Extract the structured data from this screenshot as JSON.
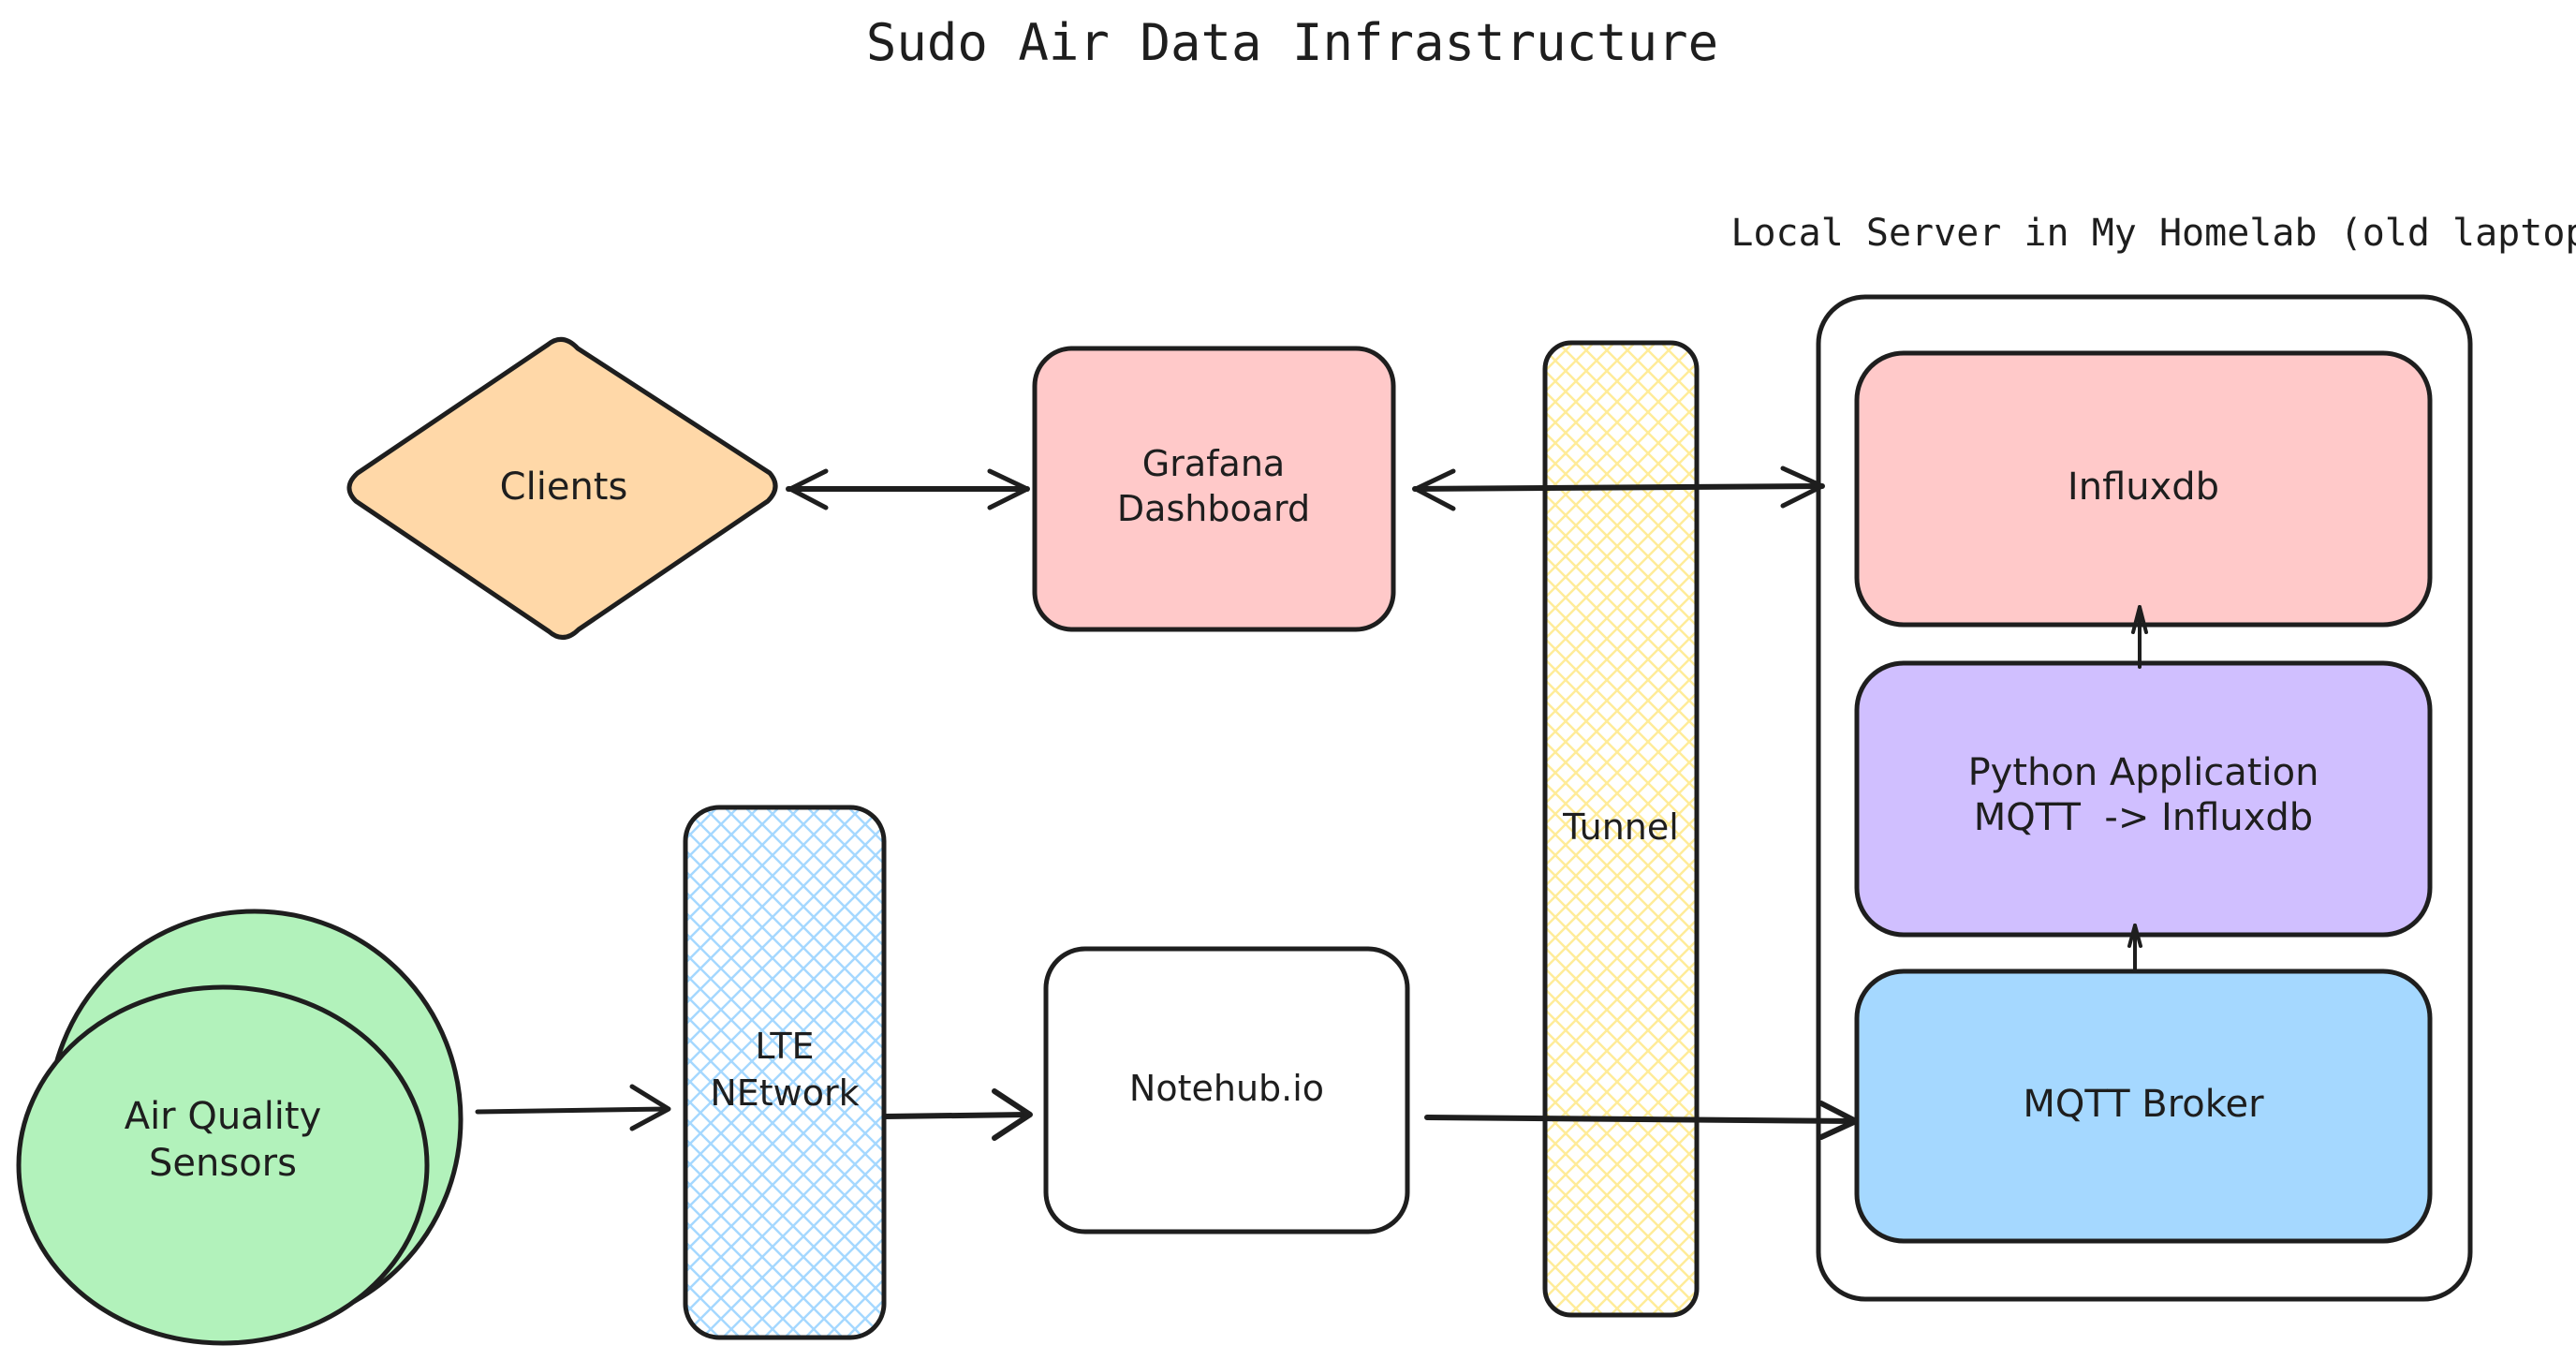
{
  "diagram": {
    "title": "Sudo Air Data Infrastructure",
    "groups": {
      "local_server": {
        "label": "Local Server in My Homelab (old laptop)"
      }
    },
    "nodes": {
      "sensors": {
        "label_lines": [
          "Air Quality",
          "Sensors"
        ],
        "shape": "stacked-circles",
        "fill": "#b2f2bb"
      },
      "lte": {
        "label_lines": [
          "LTE",
          "NEtwork"
        ],
        "shape": "rounded-rect-hatched",
        "fill": "#a5d8ff"
      },
      "notehub": {
        "label_lines": [
          "Notehub.io"
        ],
        "shape": "rounded-rect",
        "fill": "#ffffff"
      },
      "clients": {
        "label_lines": [
          "Clients"
        ],
        "shape": "diamond",
        "fill": "#ffd8a8"
      },
      "grafana": {
        "label_lines": [
          "Grafana",
          "Dashboard"
        ],
        "shape": "rounded-rect",
        "fill": "#ffc9c9"
      },
      "tunnel": {
        "label_lines": [
          "Tunnel"
        ],
        "shape": "rounded-rect-hatched",
        "fill": "#ffec99"
      },
      "influxdb": {
        "label_lines": [
          "Influxdb"
        ],
        "shape": "rounded-rect",
        "fill": "#ffc9c9"
      },
      "python_app": {
        "label_lines": [
          "Python Application",
          "MQTT  -> Influxdb"
        ],
        "shape": "rounded-rect",
        "fill": "#d0bfff"
      },
      "mqtt_broker": {
        "label_lines": [
          "MQTT Broker"
        ],
        "shape": "rounded-rect",
        "fill": "#a5d8ff"
      }
    },
    "edges": [
      {
        "from": "sensors",
        "to": "lte",
        "direction": "forward"
      },
      {
        "from": "lte",
        "to": "notehub",
        "direction": "forward"
      },
      {
        "from": "notehub",
        "to": "mqtt_broker",
        "direction": "forward"
      },
      {
        "from": "mqtt_broker",
        "to": "python_app",
        "direction": "forward"
      },
      {
        "from": "python_app",
        "to": "influxdb",
        "direction": "forward"
      },
      {
        "from": "clients",
        "to": "grafana",
        "direction": "both"
      },
      {
        "from": "grafana",
        "to": "influxdb",
        "direction": "both"
      }
    ],
    "colors": {
      "stroke": "#1e1e1e",
      "background": "#ffffff"
    }
  }
}
